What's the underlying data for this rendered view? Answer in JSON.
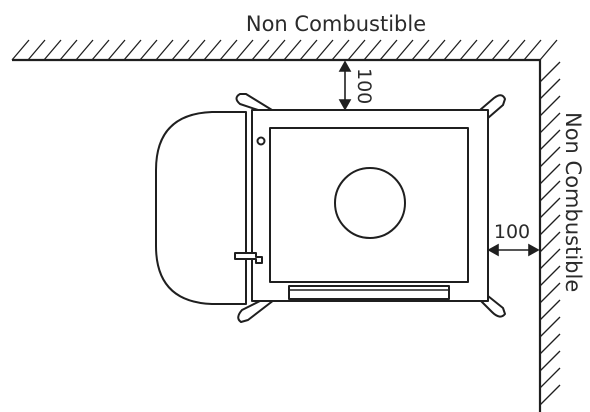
{
  "diagram": {
    "top_wall_label": "Non Combustible",
    "right_wall_label": "Non Combustible",
    "top_clearance": "100",
    "side_clearance": "100"
  },
  "colors": {
    "line": "#1f1f1f",
    "text": "#2b2b2b",
    "background": "#ffffff"
  }
}
